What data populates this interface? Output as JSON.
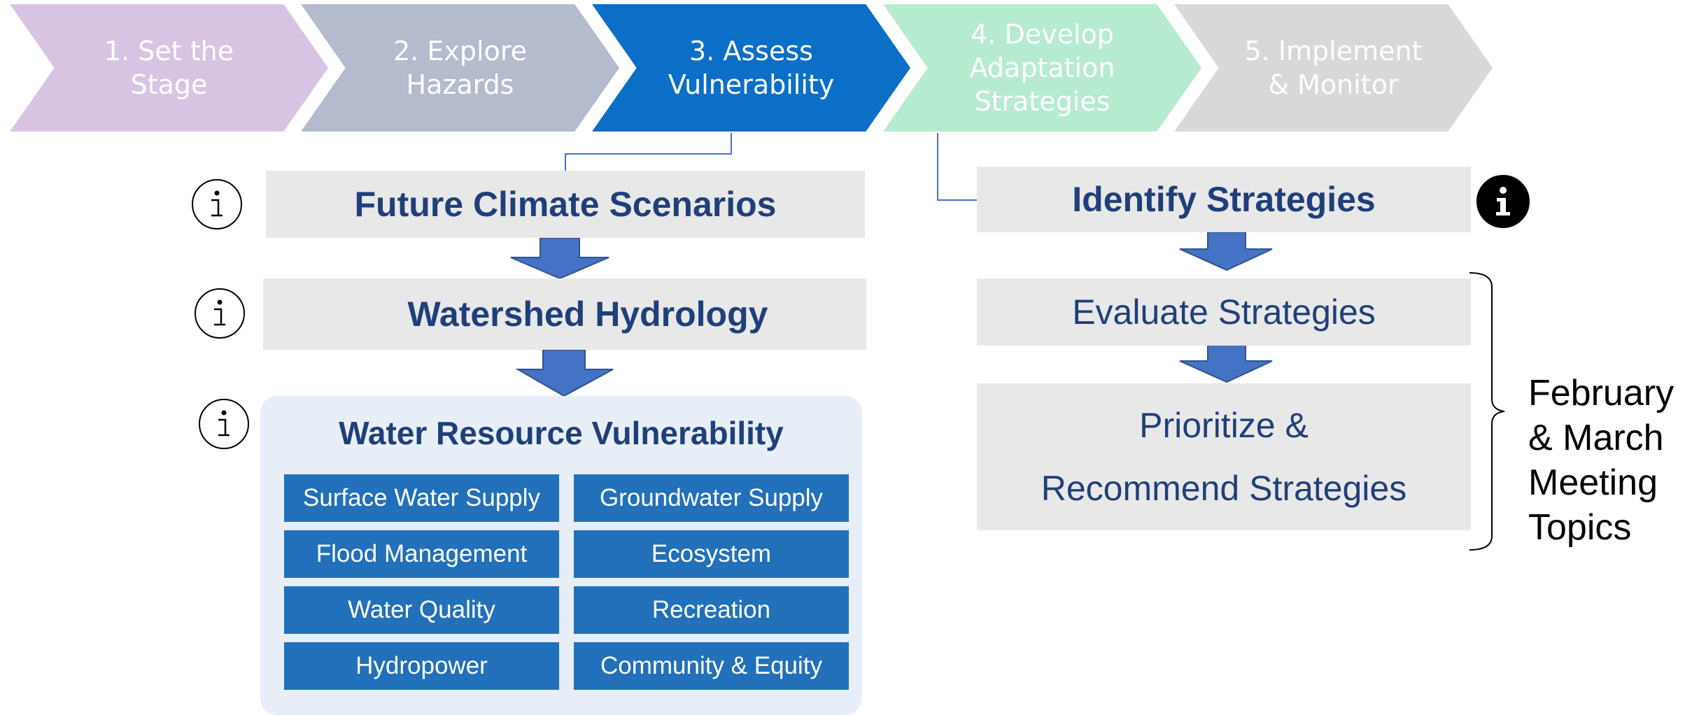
{
  "steps": [
    {
      "label": "1. Set the\nStage",
      "color": "#d7c4e2"
    },
    {
      "label": "2. Explore\nHazards",
      "color": "#b3bbcc"
    },
    {
      "label": "3. Assess\nVulnerability",
      "color": "#0b6fc7"
    },
    {
      "label": "4. Develop\nAdaptation\nStrategies",
      "color": "#b6ebd0"
    },
    {
      "label": "5. Implement\n& Monitor",
      "color": "#d8d8d8"
    }
  ],
  "left": {
    "future_climate": "Future Climate Scenarios",
    "watershed": "Watershed Hydrology",
    "vulnerability_title": "Water Resource Vulnerability",
    "categories": [
      "Surface Water Supply",
      "Groundwater Supply",
      "Flood Management",
      "Ecosystem",
      "Water Quality",
      "Recreation",
      "Hydropower",
      "Community & Equity"
    ]
  },
  "right": {
    "identify": "Identify Strategies",
    "evaluate": "Evaluate Strategies",
    "prioritize_line1": "Prioritize &",
    "prioritize_line2": "Recommend Strategies"
  },
  "bracket_label": "February\n& March\nMeeting\nTopics",
  "colors": {
    "arrow": "#4472c4",
    "box_gray": "#e8e8e8",
    "title_navy": "#1f3f7a",
    "cell_blue": "#2270b9",
    "panel_bg": "#e7eef7"
  }
}
